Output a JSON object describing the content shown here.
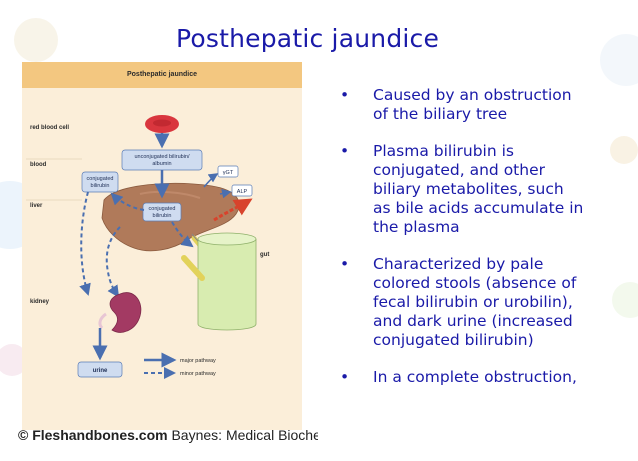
{
  "slide": {
    "title": "Posthepatic jaundice"
  },
  "figure": {
    "title": "Posthepatic jaundice",
    "labels": {
      "red_blood_cell": "red blood cell",
      "blood": "blood",
      "liver": "liver",
      "kidney": "kidney",
      "gut": "gut",
      "unconjugated_box": "unconjugated bilirubin/\nalbumin",
      "conjugated_blood_box": "conjugated\nbilirubin",
      "conjugated_liver_box": "conjugated\nbilirubin",
      "ggt": "γGT",
      "alp": "ALP",
      "urine": "urine",
      "major_pathway": "major pathway",
      "minor_pathway": "minor pathway"
    }
  },
  "credit": {
    "site": "© Fleshandbones.com",
    "source": "Baynes: Medical Biochemis"
  },
  "bullets": [
    {
      "marker": "•",
      "text": "Caused by an obstruction\nof the biliary tree"
    },
    {
      "marker": "•",
      "text": "Plasma bilirubin is\nconjugated, and other\nbiliary metabolites, such\nas bile acids accumulate in\nthe plasma"
    },
    {
      "marker": "•",
      "text": "Characterized by pale\ncolored stools (absence of\nfecal bilirubin or urobilin),\nand dark urine (increased\nconjugated bilirubin)"
    },
    {
      "marker": "•",
      "text": "In a complete obstruction,"
    }
  ],
  "colors": {
    "title_text": "#1a1aa8",
    "figure_bg": "#fbeed9",
    "figure_header": "#f3c780",
    "pathway_arrow": "#4a6fb0",
    "liver": "#b07a5a",
    "rbc": "#d9363e",
    "gut": "#d8ecb0"
  }
}
